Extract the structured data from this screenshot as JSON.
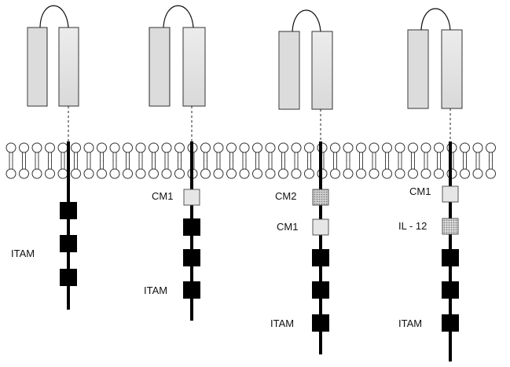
{
  "diagram": {
    "constructs": [
      {
        "domains": [
          {
            "type": "itam",
            "label": "ITAM"
          },
          {
            "type": "itam",
            "label": ""
          },
          {
            "type": "itam",
            "label": ""
          }
        ]
      },
      {
        "domains": [
          {
            "type": "costim-light",
            "label": "CM1"
          },
          {
            "type": "itam",
            "label": ""
          },
          {
            "type": "itam",
            "label": ""
          },
          {
            "type": "itam",
            "label": "ITAM"
          }
        ]
      },
      {
        "domains": [
          {
            "type": "costim-dotted",
            "label": "CM2"
          },
          {
            "type": "costim-light",
            "label": "CM1"
          },
          {
            "type": "itam",
            "label": ""
          },
          {
            "type": "itam",
            "label": ""
          },
          {
            "type": "itam",
            "label": "ITAM"
          }
        ]
      },
      {
        "domains": [
          {
            "type": "costim-light",
            "label": "CM1"
          },
          {
            "type": "costim-hatched",
            "label": "IL - 12"
          },
          {
            "type": "itam",
            "label": ""
          },
          {
            "type": "itam",
            "label": ""
          },
          {
            "type": "itam",
            "label": "ITAM"
          }
        ]
      }
    ],
    "colors": {
      "itam": "#000000",
      "costim_light": "#e6e6e6",
      "costim_dotted": "#b9b9b9",
      "costim_hatched": "#cfcfcf",
      "stroke": "#333333",
      "membrane_head": "#ffffff"
    }
  }
}
